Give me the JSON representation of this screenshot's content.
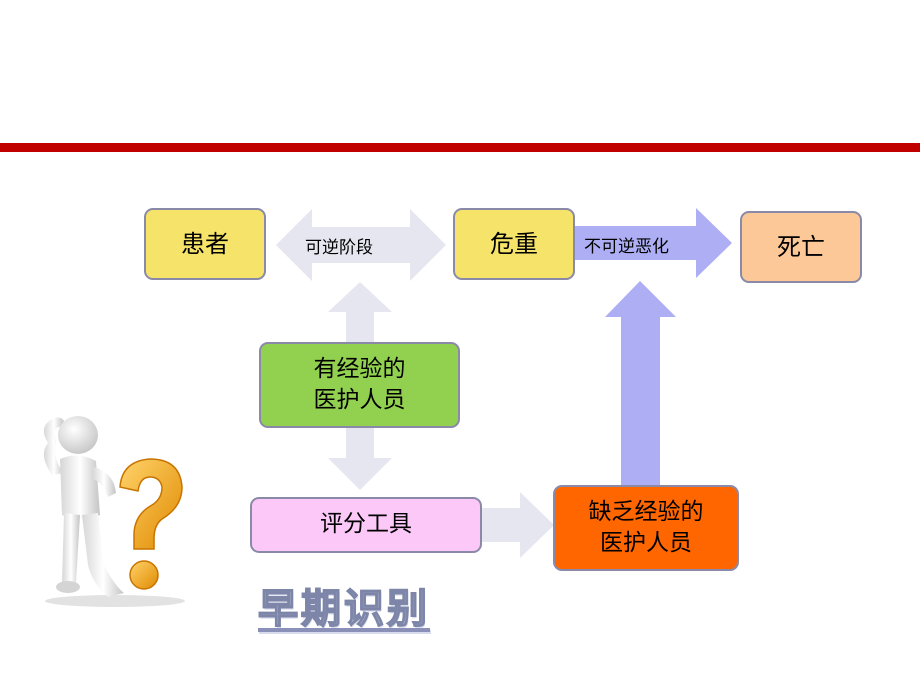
{
  "nodes": {
    "patient": "患者",
    "critical": "危重",
    "death": "死亡",
    "experienced_line1": "有经验的",
    "experienced_line2": "医护人员",
    "scoring_tool": "评分工具",
    "inexperienced_line1": "缺乏经验的",
    "inexperienced_line2": "医护人员"
  },
  "arrow_labels": {
    "reversible": "可逆阶段",
    "irreversible": "不可逆恶化"
  },
  "title": "早期识别",
  "icons": {
    "figure": "thinking-person-with-question-mark-icon"
  },
  "colors": {
    "rule": "#c00000",
    "yellow_box": "#f6e36a",
    "death_box": "#fcc898",
    "green_box": "#92d050",
    "pink_box": "#fbc8f8",
    "orange_box": "#ff6600",
    "light_arrow": "#e6e6f0",
    "blue_arrow": "#aeaef5"
  }
}
